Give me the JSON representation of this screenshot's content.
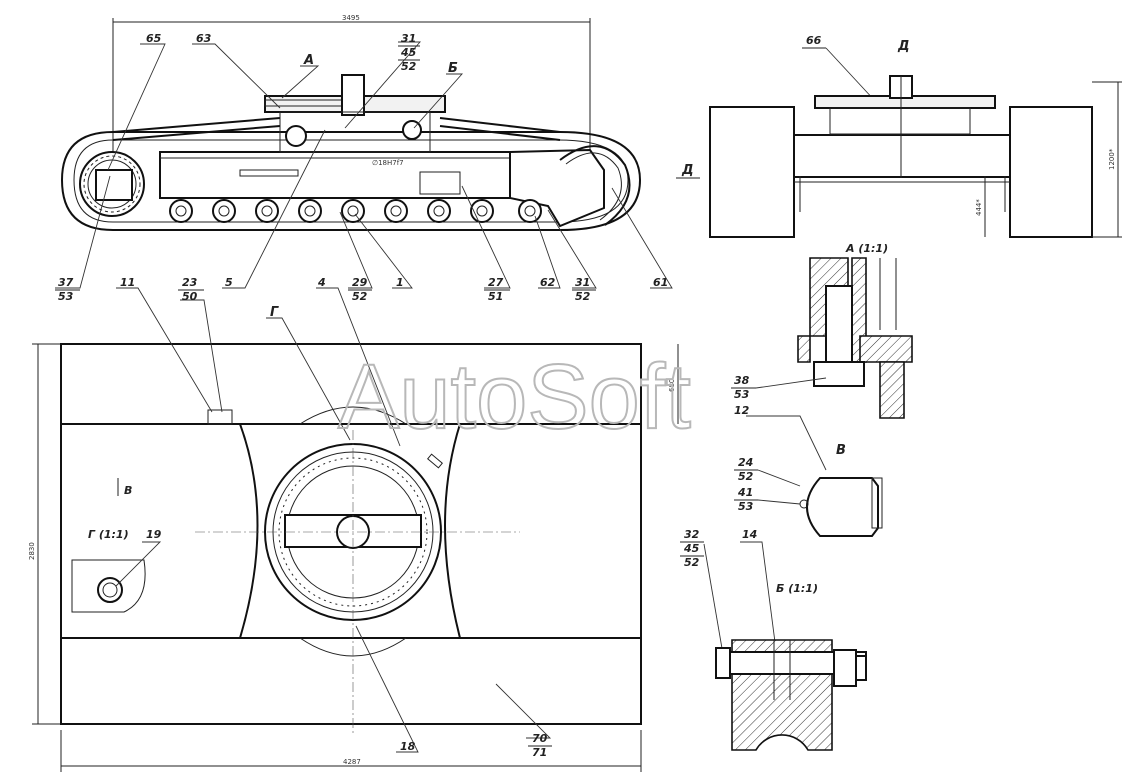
{
  "watermark": "AutoSoft",
  "dimensions": {
    "top_length": "3495",
    "right_height": "1200*",
    "right_inner": "444*",
    "plan_width": "4287",
    "plan_height": "2830",
    "plan_upper": "680",
    "side_mark": "∅18H7f7"
  },
  "views": {
    "A": "А",
    "B": "Б",
    "V": "В",
    "G": "Г",
    "D": "Д",
    "A_section": "А (1:1)",
    "B_section": "Б (1:1)",
    "G_section": "Г (1:1)",
    "V_arrow": "В",
    "D_arrow": "Д"
  },
  "labels": {
    "p65": "65",
    "p63": "63",
    "p31a": "31",
    "p45a": "45",
    "p52a": "52",
    "p66": "66",
    "p37": "37",
    "p53a": "53",
    "p5": "5",
    "p29": "29",
    "p52b": "52",
    "p1": "1",
    "p27": "27",
    "p51": "51",
    "p62": "62",
    "p31b": "31",
    "p52c": "52",
    "p61": "61",
    "p11": "11",
    "p23": "23",
    "p50": "50",
    "p4": "4",
    "p38": "38",
    "p53b": "53",
    "p12": "12",
    "p24": "24",
    "p52d": "52",
    "p41": "41",
    "p53c": "53",
    "p19": "19",
    "p32": "32",
    "p45b": "45",
    "p52e": "52",
    "p14": "14",
    "p18": "18",
    "p70": "70",
    "p71": "71"
  }
}
